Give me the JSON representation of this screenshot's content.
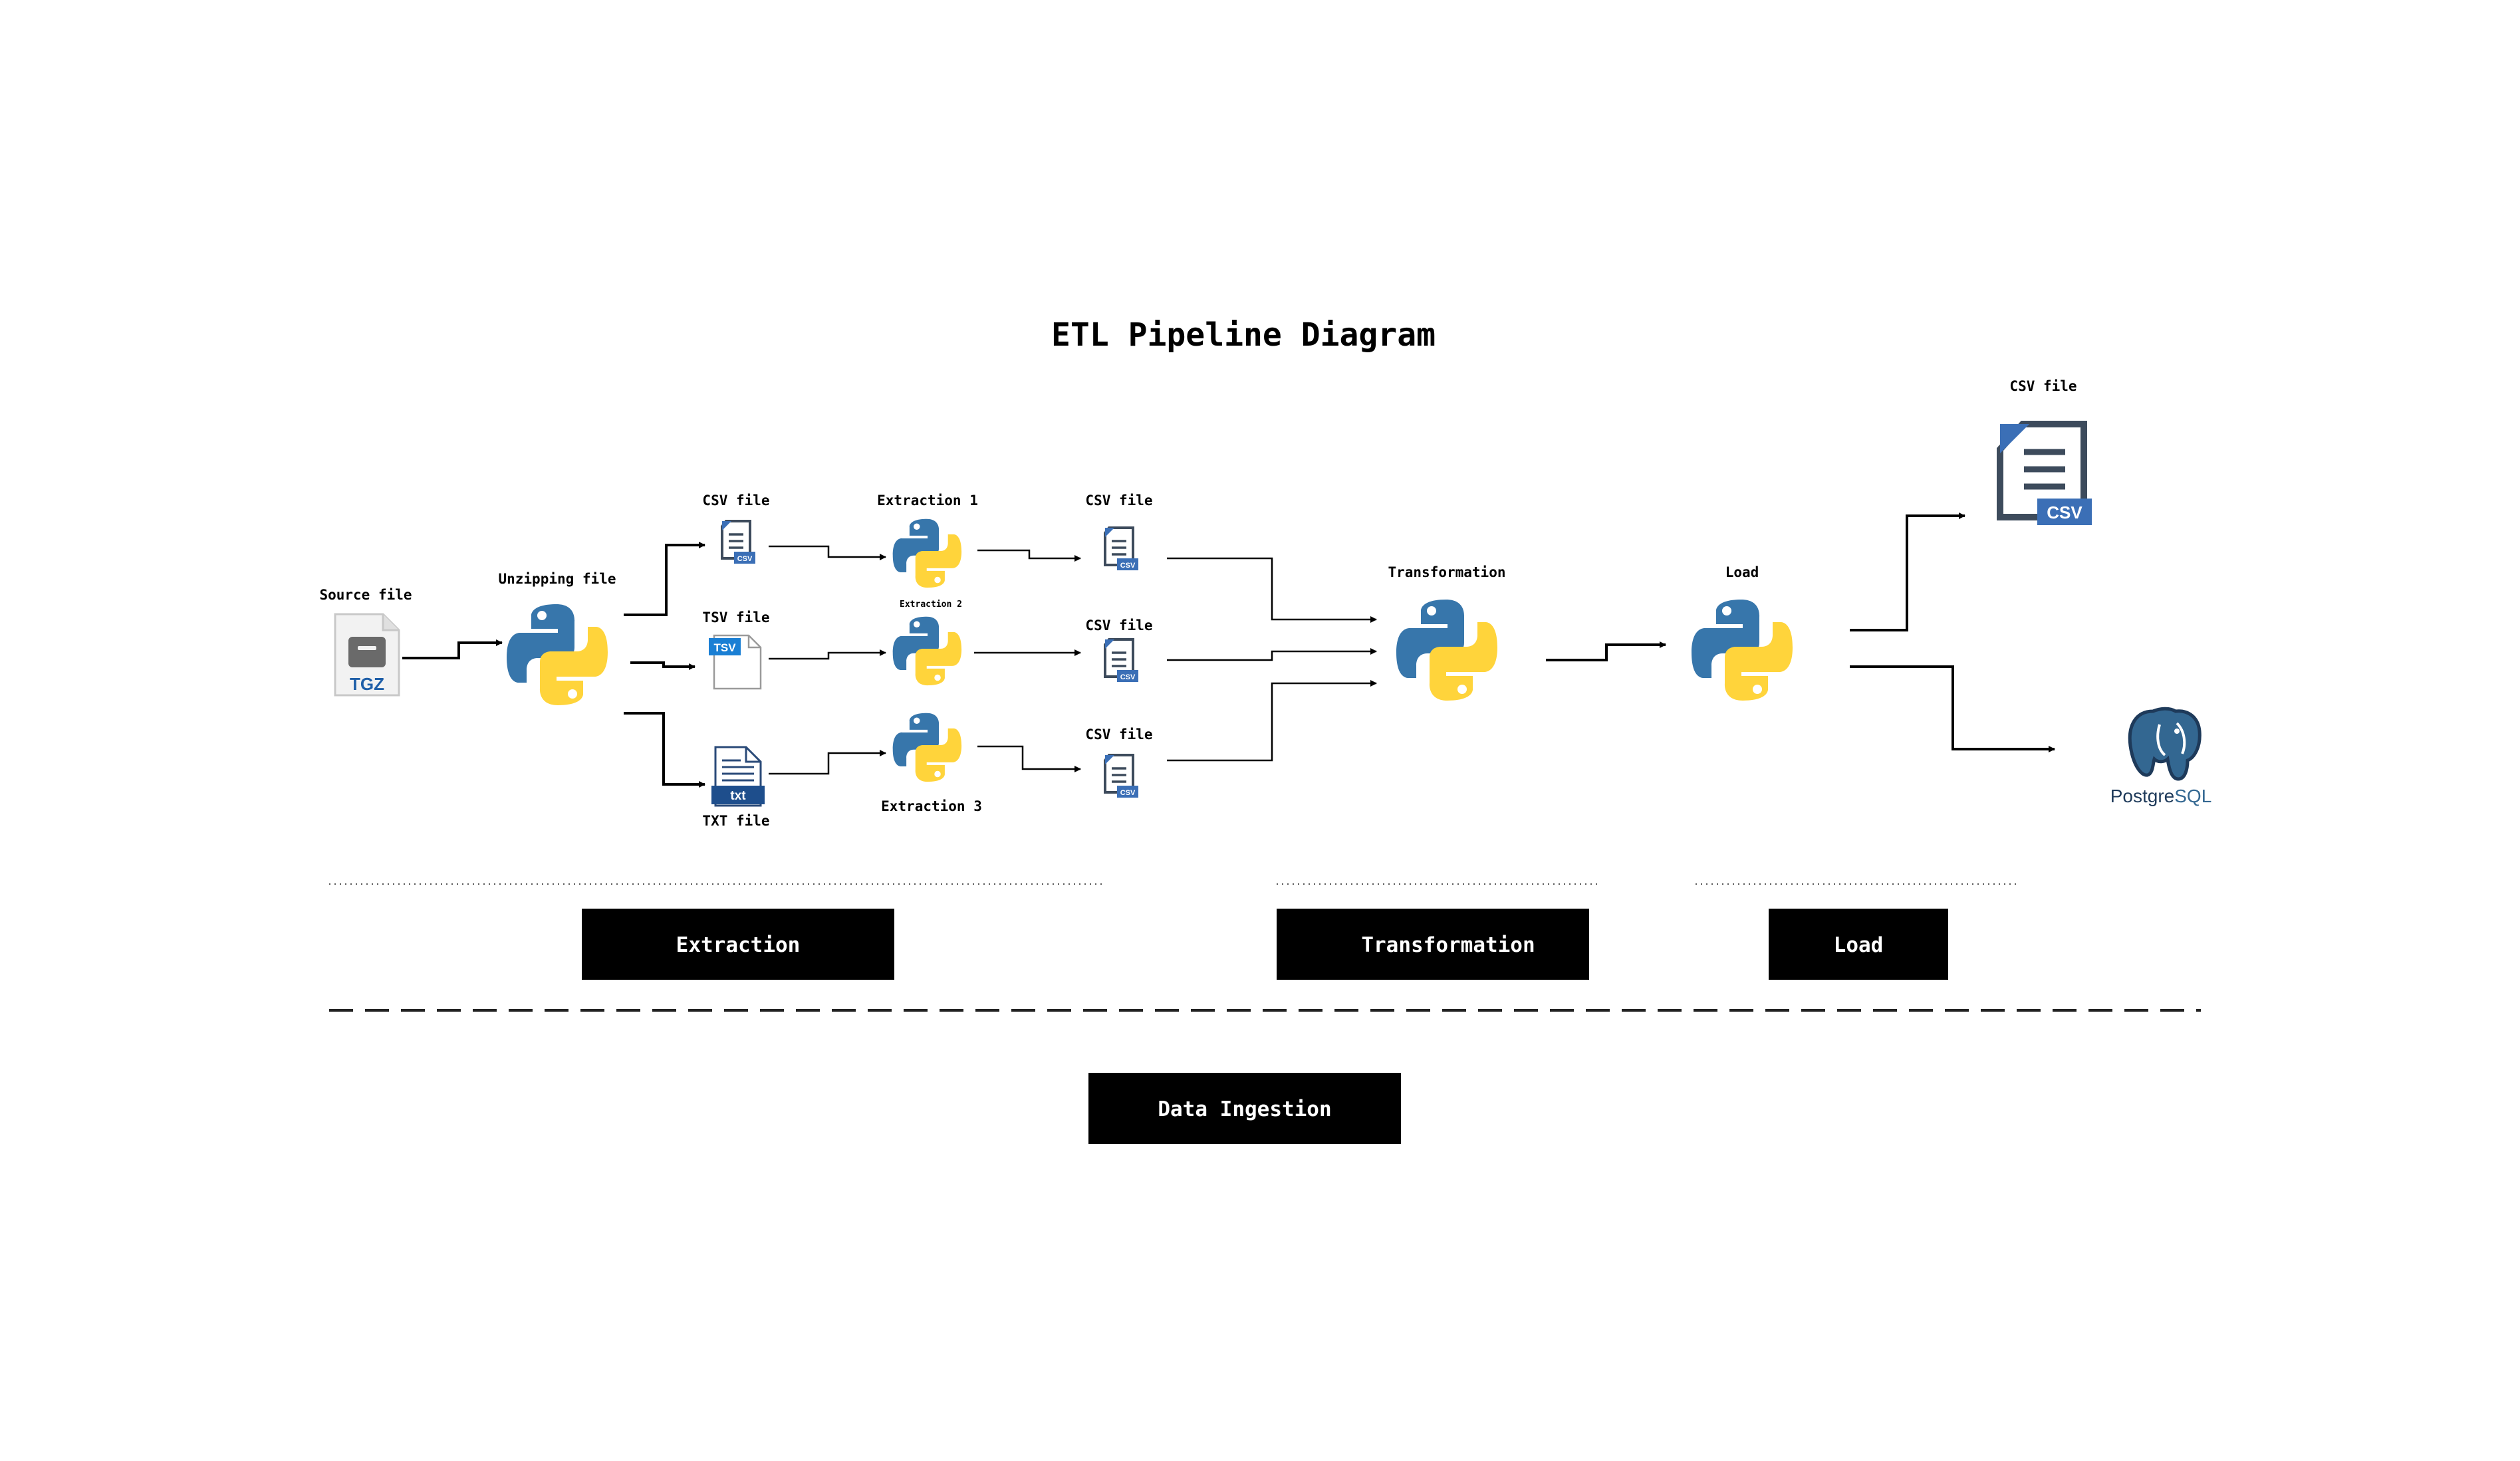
{
  "title": "ETL Pipeline Diagram",
  "nodes": {
    "source": {
      "label": "Source file",
      "badge": "TGZ"
    },
    "unzip": {
      "label": "Unzipping file"
    },
    "csv_in": {
      "label": "CSV file",
      "badge": "CSV"
    },
    "tsv_in": {
      "label": "TSV file",
      "badge": "TSV"
    },
    "txt_in": {
      "label": "TXT file",
      "badge": "txt"
    },
    "ext1": {
      "label": "Extraction 1"
    },
    "ext2": {
      "label": "Extraction 2"
    },
    "ext3": {
      "label": "Extraction 3"
    },
    "csv_out1": {
      "label": "CSV file",
      "badge": "CSV"
    },
    "csv_out2": {
      "label": "CSV file",
      "badge": "CSV"
    },
    "csv_out3": {
      "label": "CSV file",
      "badge": "CSV"
    },
    "transform": {
      "label": "Transformation"
    },
    "load": {
      "label": "Load"
    },
    "csv_final": {
      "label": "CSV file",
      "badge": "CSV"
    },
    "postgres": {
      "label": "PostgreSQL",
      "label_a": "Postgre",
      "label_b": "SQL"
    }
  },
  "stages": {
    "extraction": "Extraction",
    "transformation": "Transformation",
    "load": "Load",
    "ingestion": "Data Ingestion"
  },
  "colors": {
    "python_blue": "#3776ab",
    "python_yellow": "#ffd43b",
    "csv_blue": "#3b6fb6",
    "doc_dark": "#3d4b5c",
    "pg_blue": "#336791",
    "box_black": "#000000"
  },
  "icons": [
    "tgz-file-icon",
    "python-icon",
    "csv-file-icon",
    "tsv-file-icon",
    "txt-file-icon",
    "postgresql-icon"
  ]
}
